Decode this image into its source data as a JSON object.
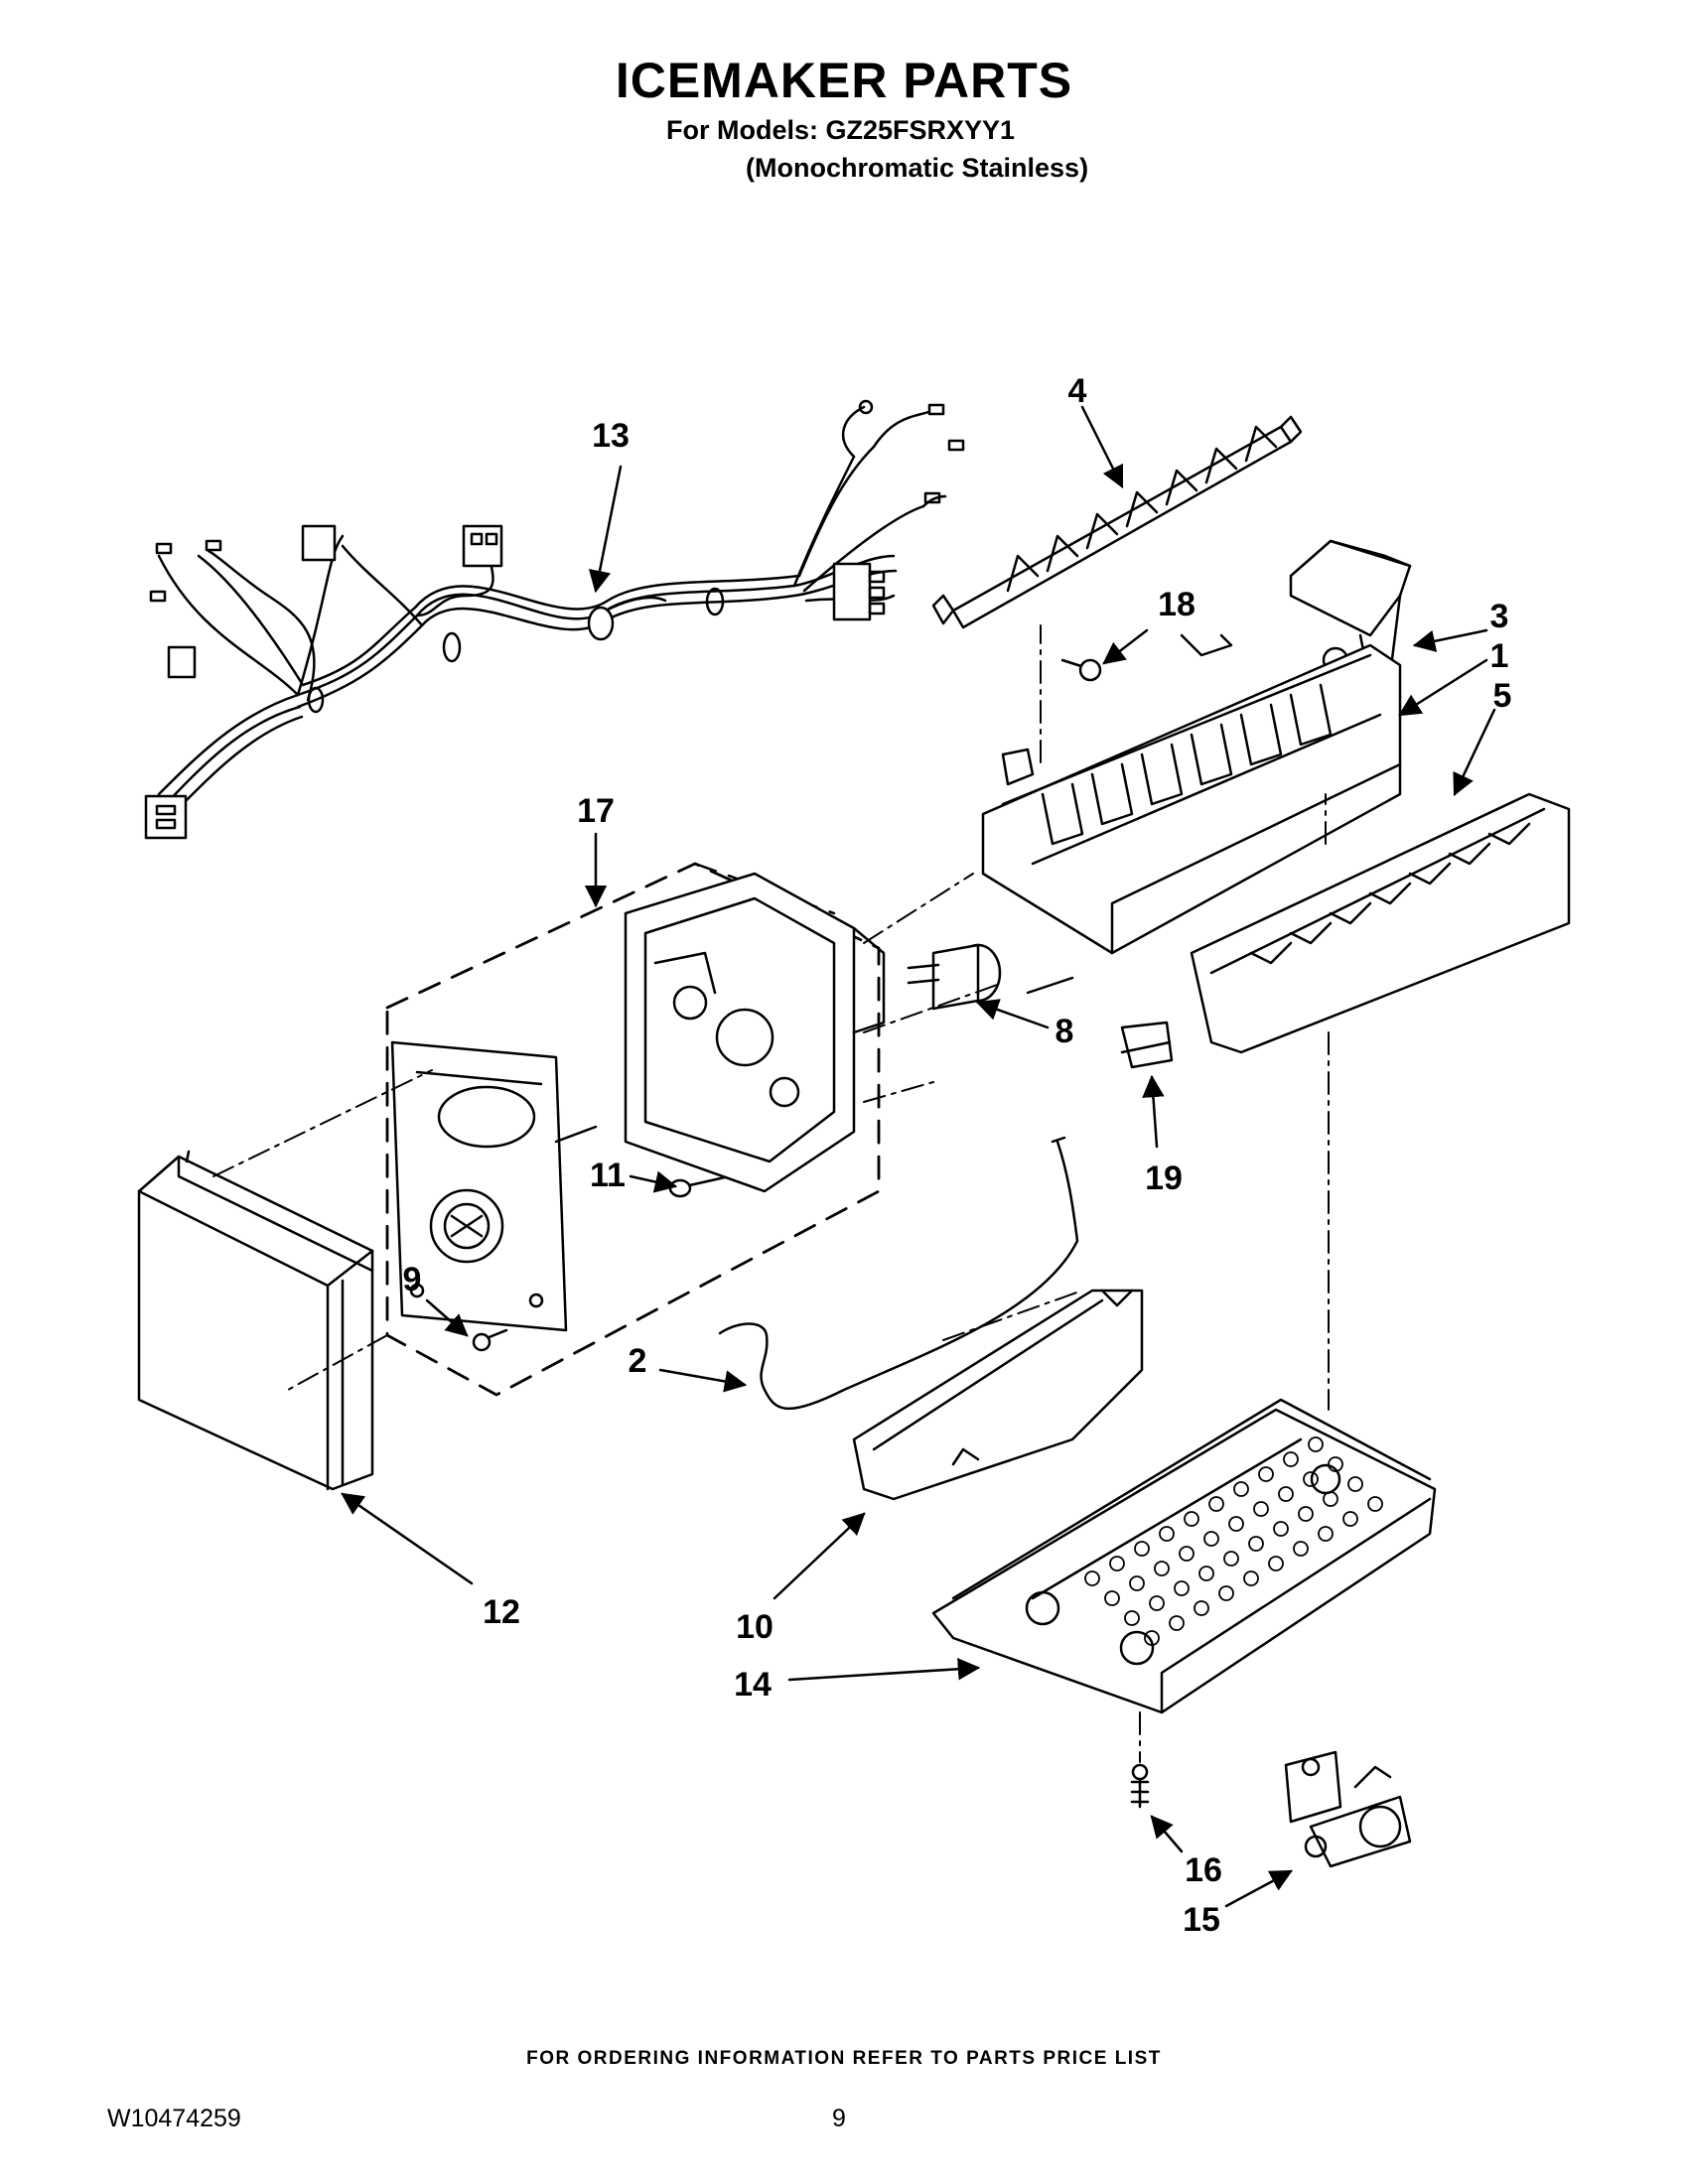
{
  "header": {
    "title": "ICEMAKER PARTS",
    "models_line": "For Models: GZ25FSRXYY1",
    "finish_line": "(Monochromatic Stainless)"
  },
  "callouts": [
    "1",
    "2",
    "3",
    "4",
    "5",
    "8",
    "9",
    "10",
    "11",
    "12",
    "13",
    "14",
    "15",
    "16",
    "17",
    "18",
    "19"
  ],
  "footer": {
    "ordering_note": "FOR ORDERING INFORMATION REFER TO PARTS PRICE LIST",
    "document_number": "W10474259",
    "page_number": "9"
  }
}
